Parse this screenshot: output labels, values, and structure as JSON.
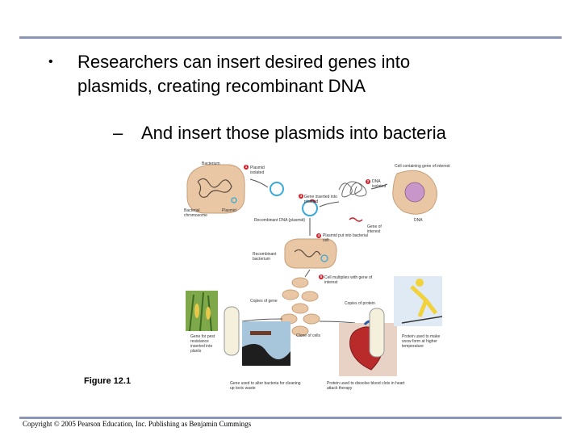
{
  "slide": {
    "bullet_symbol": "•",
    "bullet_text_line1": "Researchers can insert desired genes into",
    "bullet_text_line2": "plasmids, creating recombinant DNA",
    "sub_symbol": "–",
    "sub_text": "And insert those plasmids into bacteria"
  },
  "figure": {
    "caption": "Figure 12.1",
    "labels": {
      "bacterium": "Bacterium",
      "plasmid_isolated": "Plasmid isolated",
      "cell_gene": "Cell containing gene of interest",
      "dna_isolated": "DNA isolated",
      "gene_inserted": "Gene inserted into plasmid",
      "bacterial_chromosome": "Bacterial chromosome",
      "plasmid": "Plasmid",
      "dna": "DNA",
      "recombinant_dna": "Recombinant DNA (plasmid)",
      "gene_of_interest": "Gene of interest",
      "plasmid_put": "Plasmid put into bacterial cell",
      "recombinant_bacterium": "Recombinant bacterium",
      "cell_multiplies": "Cell multiplies with gene of interest",
      "copies_gene": "Copies of gene",
      "copies_protein": "Copies of protein",
      "clone_cells": "Clone of cells",
      "gene_pest": "Gene for pest resistance inserted into plants",
      "gene_bacteria": "Gene used to alter bacteria for cleaning up toxic waste",
      "protein_dissolve": "Protein used to dissolve blood clots in heart attack therapy",
      "protein_snow": "Protein used to make snow form at higher temperature"
    },
    "step_numbers": [
      "1",
      "2",
      "3",
      "4",
      "5"
    ]
  },
  "footer": {
    "copyright": "Copyright © 2005 Pearson Education, Inc. Publishing as Benjamin Cummings"
  },
  "colors": {
    "rule": "#8a95b8",
    "step_marker": "#d2202a",
    "bacterium_fill": "#e9c7a4",
    "plasmid_ring": "#39a9d8"
  }
}
